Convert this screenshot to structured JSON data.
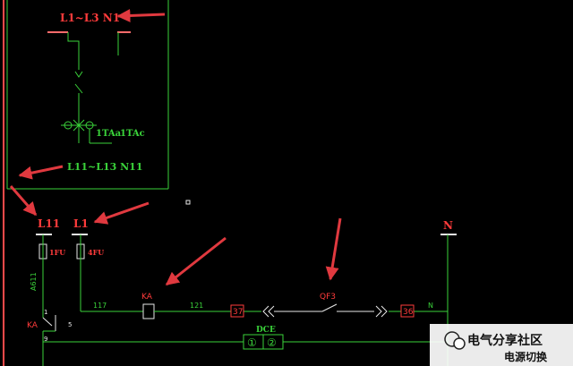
{
  "diagram": {
    "inset_top_label": "L1~L3 N1",
    "inset_bottom_label": "L11~L13 N11",
    "inset_ct_a": "1TAa",
    "inset_ct_c": "1TAc",
    "node_l11": "L11",
    "node_l1": "L1",
    "node_n": "N",
    "fuse_1": "1FU",
    "fuse_4": "4FU",
    "wire_a611": "A611",
    "wire_117": "117",
    "wire_121": "121",
    "wire_n": "N",
    "relay_ka": "KA",
    "relay_ka_left": "KA",
    "breaker_qf3": "QF3",
    "tag_37": "37",
    "tag_36": "36",
    "contact_1": "1",
    "contact_5": "5",
    "contact_9": "9",
    "dce_label": "DCE",
    "terminal_1": "①",
    "terminal_2": "②"
  },
  "watermark": {
    "name": "电气分享社区",
    "caption": "电源切换"
  },
  "colors": {
    "wire": "#3ad23a",
    "label_red": "#ff3b3b",
    "bus": "#ff6b6b",
    "arrow": "#e0393f",
    "background": "#000000"
  }
}
